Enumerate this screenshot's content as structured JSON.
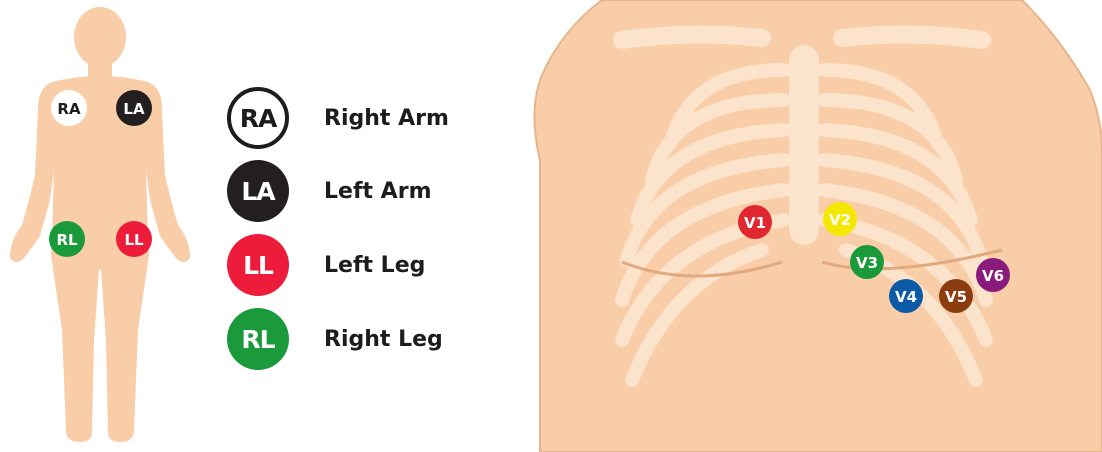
{
  "limb_leads": [
    {
      "code": "RA",
      "name": "Right Arm",
      "fill": "#ffffff",
      "text": "#1d1d1d",
      "border": "#1d1d1d"
    },
    {
      "code": "LA",
      "name": "Left Arm",
      "fill": "#231f20",
      "text": "#ffffff",
      "border": "#231f20"
    },
    {
      "code": "LL",
      "name": "Left Leg",
      "fill": "#ed1c3b",
      "text": "#ffffff",
      "border": "#ed1c3b"
    },
    {
      "code": "RL",
      "name": "Right Leg",
      "fill": "#1a9a3b",
      "text": "#ffffff",
      "border": "#1a9a3b"
    }
  ],
  "chest_leads": [
    {
      "code": "V1",
      "fill": "#e0262e"
    },
    {
      "code": "V2",
      "fill": "#f5e800"
    },
    {
      "code": "V3",
      "fill": "#1a9a3b"
    },
    {
      "code": "V4",
      "fill": "#0b5aa6"
    },
    {
      "code": "V5",
      "fill": "#8c3d10"
    },
    {
      "code": "V6",
      "fill": "#8a1a7c"
    }
  ],
  "colors": {
    "skin": "#f8cda7",
    "rib": "#fbe3cc",
    "skin_edge": "#e7b58b"
  }
}
